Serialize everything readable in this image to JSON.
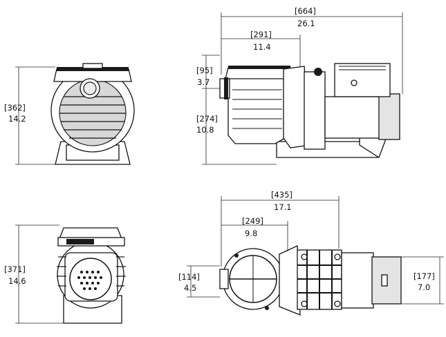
{
  "dimensions": {
    "overall_length": {
      "mm": "[664]",
      "in": "26.1"
    },
    "pot_length": {
      "mm": "[291]",
      "in": "11.4"
    },
    "inlet_top": {
      "mm": "[95]",
      "in": "3.7"
    },
    "inlet_height": {
      "mm": "[274]",
      "in": "10.8"
    },
    "front_height": {
      "mm": "[362]",
      "in": "14.2"
    },
    "top_length": {
      "mm": "[435]",
      "in": "17.1"
    },
    "top_pot_length": {
      "mm": "[249]",
      "in": "9.8"
    },
    "inlet_offset": {
      "mm": "[114]",
      "in": "4.5"
    },
    "motor_width": {
      "mm": "[177]",
      "in": "7.0"
    },
    "rear_height": {
      "mm": "[371]",
      "in": "14.6"
    }
  }
}
